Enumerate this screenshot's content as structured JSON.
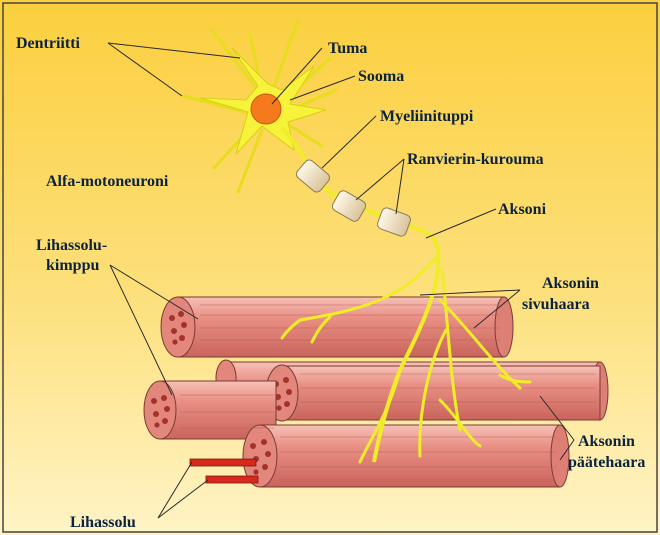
{
  "labels": {
    "dentriitti": "Dentriitti",
    "tuma": "Tuma",
    "sooma": "Sooma",
    "myeliinituppi": "Myeliinituppi",
    "ranvierin": "Ranvierin-kurouma",
    "alfa": "Alfa-motoneuroni",
    "aksoni": "Aksoni",
    "lihassolukimppu_1": "Lihassolu-",
    "lihassolukimppu_2": "kimppu",
    "sivuhaara_1": "Aksonin",
    "sivuhaara_2": "sivuhaara",
    "paatehaara_1": "Aksonin",
    "paatehaara_2": "päätehaara",
    "lihassolu": "Lihassolu"
  },
  "colors": {
    "background_top": "#fbd34a",
    "background_bottom": "#fff2bf",
    "neuron": "#f6f33a",
    "nucleus": "#f47a1c",
    "myelin": "#f4e6c6",
    "muscle": "#e88d82",
    "muscle_dark": "#c35a52",
    "fiber_red": "#d8281c",
    "label_text": "#0c2340",
    "leader_line": "#2a2a2a"
  }
}
